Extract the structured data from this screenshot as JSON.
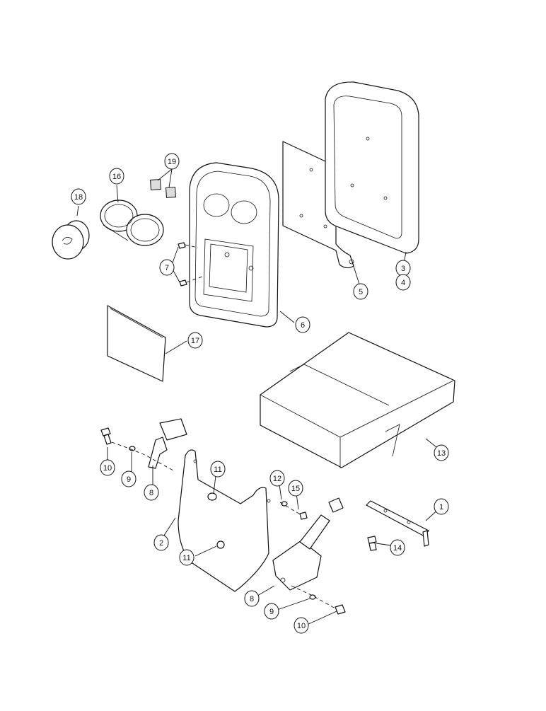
{
  "callouts": {
    "c1": "1",
    "c2": "2",
    "c3": "3",
    "c4": "4",
    "c5": "5",
    "c6": "6",
    "c7": "7",
    "c8a": "8",
    "c8b": "8",
    "c9a": "9",
    "c9b": "9",
    "c10a": "10",
    "c10b": "10",
    "c11a": "11",
    "c11b": "11",
    "c12": "12",
    "c13": "13",
    "c14": "14",
    "c15": "15",
    "c16": "16",
    "c17": "17",
    "c18": "18",
    "c19": "19"
  }
}
